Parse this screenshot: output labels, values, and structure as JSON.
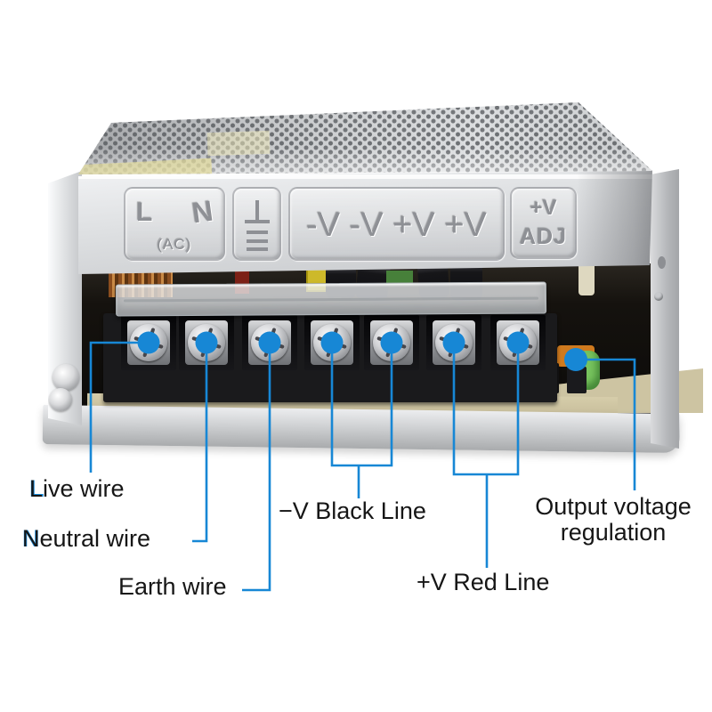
{
  "colors": {
    "callout_blue": "#1787d5",
    "label_text": "#161616",
    "case_silver": "#d3d5d7",
    "terminal_black": "#1a1a1c",
    "pcb_tan": "#cdc4a2"
  },
  "panel": {
    "live": "L",
    "neutral": "N",
    "ac": "(AC)",
    "earth_icon": "earth-ground-symbol",
    "output": "-V -V +V +V",
    "adj_top": "+V",
    "adj_bottom": "ADJ"
  },
  "annotations": {
    "live": {
      "prefix": "L",
      "text": "Live wire"
    },
    "neutral": {
      "prefix": "N",
      "text": "Neutral wire"
    },
    "earth": {
      "text": "Earth wire"
    },
    "negative": {
      "text": "−V Black Line"
    },
    "positive": {
      "text": "+V Red Line"
    },
    "adjust": {
      "line1": "Output voltage",
      "line2": "regulation"
    }
  }
}
